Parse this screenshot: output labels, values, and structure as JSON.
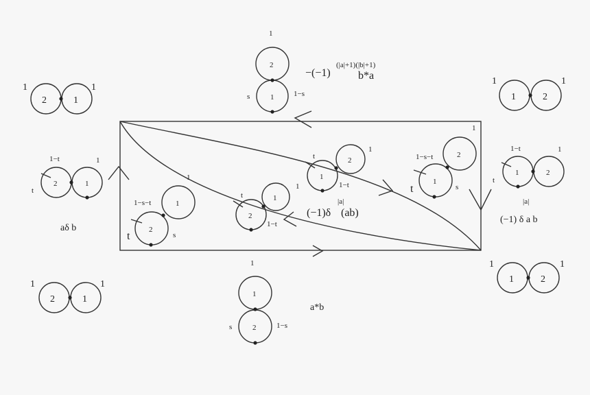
{
  "labels": {
    "one": "1",
    "two": "2",
    "s": "s",
    "t": "t",
    "one_minus_s": "1−s",
    "one_minus_t": "1−t",
    "one_minus_s_minus_t": "1−s−t",
    "top_prefix": "−(−1)",
    "top_exponent": "(|a|+1)(|b|+1)",
    "top_word": "b*a",
    "bottom_word": "a*b",
    "left_word": "aδ b",
    "center_prefix": "(−1)δ",
    "center_exponent": "|a|",
    "center_word": "(ab)",
    "right_exponent": "|a|",
    "right_word": "(−1)  δ a b"
  },
  "colors": {
    "stroke": "#333333",
    "background": "#f7f7f7"
  }
}
